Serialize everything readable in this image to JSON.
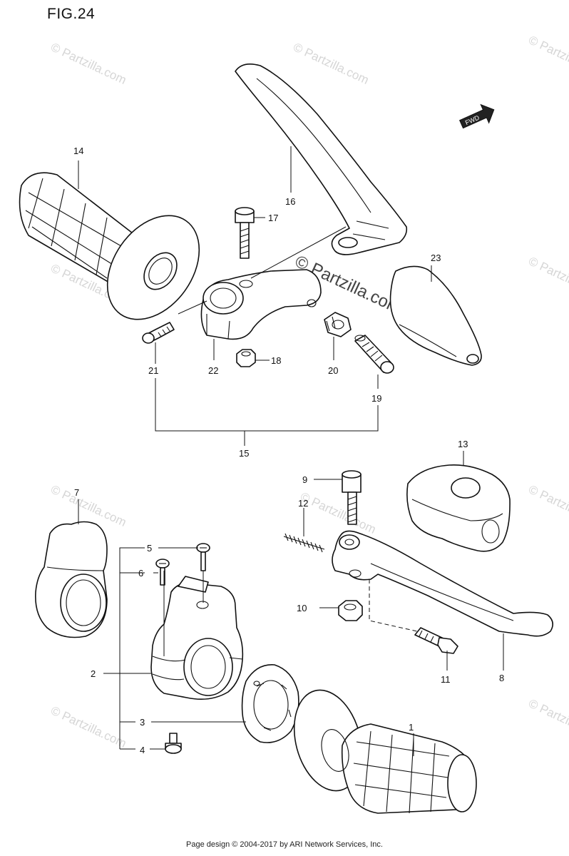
{
  "figure": {
    "title": "FIG.24"
  },
  "watermark": {
    "small": "© Partzilla.com",
    "center": "© Partzilla.com"
  },
  "direction_badge": {
    "label": "FWD"
  },
  "callouts": {
    "c1": "1",
    "c2": "2",
    "c3": "3",
    "c4": "4",
    "c5": "5",
    "c6": "6",
    "c7": "7",
    "c8": "8",
    "c9": "9",
    "c10": "10",
    "c11": "11",
    "c12": "12",
    "c13": "13",
    "c14": "14",
    "c15": "15",
    "c16": "16",
    "c17": "17",
    "c18": "18",
    "c19": "19",
    "c20": "20",
    "c21": "21",
    "c22": "22",
    "c23": "23"
  },
  "footer": {
    "text": "Page design © 2004-2017 by ARI Network Services, Inc."
  }
}
